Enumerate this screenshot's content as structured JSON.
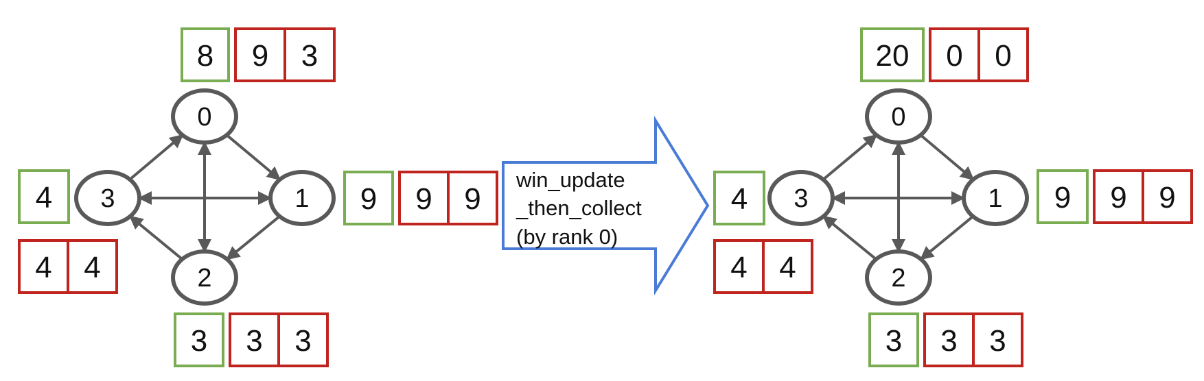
{
  "colors": {
    "edge": "#595959",
    "node_stroke": "#595959",
    "green_box": "#7aac52",
    "red_box": "#c0241e",
    "arrow": "#4a7bd6"
  },
  "arrow_text": [
    "win_update",
    "_then_collect",
    "(by rank 0)"
  ],
  "graphs": [
    {
      "id": "before",
      "nodes": [
        {
          "rank": "0",
          "green": "8",
          "red": [
            "9",
            "3"
          ]
        },
        {
          "rank": "1",
          "green": "9",
          "red": [
            "9",
            "9"
          ]
        },
        {
          "rank": "2",
          "green": "3",
          "red": [
            "3",
            "3"
          ]
        },
        {
          "rank": "3",
          "green": "4",
          "red": [
            "4",
            "4"
          ]
        }
      ]
    },
    {
      "id": "after",
      "nodes": [
        {
          "rank": "0",
          "green": "20",
          "red": [
            "0",
            "0"
          ]
        },
        {
          "rank": "1",
          "green": "9",
          "red": [
            "9",
            "9"
          ]
        },
        {
          "rank": "2",
          "green": "3",
          "red": [
            "3",
            "3"
          ]
        },
        {
          "rank": "3",
          "green": "4",
          "red": [
            "4",
            "4"
          ]
        }
      ]
    }
  ],
  "edges": [
    {
      "from": "0",
      "to": "1",
      "bidirectional": false
    },
    {
      "from": "1",
      "to": "2",
      "bidirectional": false
    },
    {
      "from": "2",
      "to": "3",
      "bidirectional": false
    },
    {
      "from": "3",
      "to": "0",
      "bidirectional": false
    },
    {
      "from": "1",
      "to": "3",
      "bidirectional": true
    },
    {
      "from": "0",
      "to": "2",
      "bidirectional": true
    }
  ]
}
